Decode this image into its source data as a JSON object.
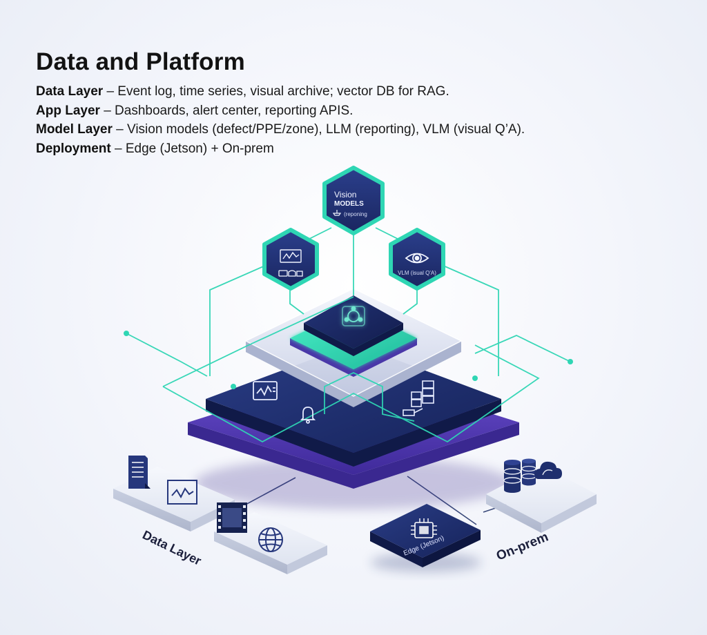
{
  "title": "Data and Platform",
  "bullets": [
    {
      "term": "Data Layer",
      "sep": " – ",
      "desc": "Event log, time series, visual archive; vector DB for RAG."
    },
    {
      "term": "App Layer",
      "sep": " – ",
      "desc": "Dashboards, alert center, reporting APIS."
    },
    {
      "term": "Model Layer",
      "sep": " – ",
      "desc": "Vision models (defect/PPE/zone), LLM (reporting), VLM (visual Q’A)."
    },
    {
      "term": "Deployment",
      "sep": " – ",
      "desc": "Edge (Jetson) + On-prem"
    }
  ],
  "diagram": {
    "hex_top": {
      "line1": "Vision",
      "line2": "MODELS",
      "line3": "(reponing"
    },
    "hex_right": {
      "label": "VLM (isual Q'A)"
    },
    "edge_card": {
      "label": "Edge (Jetson)"
    },
    "data_layer_label": "Data Layer",
    "on_prem_label": "On-prem",
    "icons": [
      "document-icon",
      "chart-icon",
      "film-icon",
      "globe-icon",
      "database-icon",
      "cloud-icon",
      "chip-icon",
      "eye-icon",
      "bell-icon",
      "server-icon",
      "network-icon",
      "dashboard-icon"
    ]
  },
  "colors": {
    "teal": "#2fd6b4",
    "navy": "#1f2f6e",
    "purple": "#5a3fb6",
    "card_light": "#e8ecf5"
  }
}
